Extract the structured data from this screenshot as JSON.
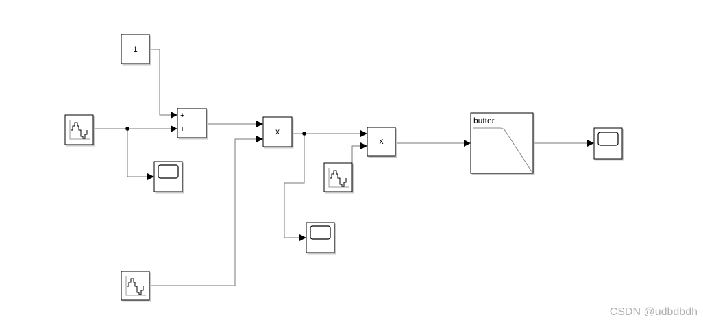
{
  "blocks": {
    "constant": {
      "value": "1"
    },
    "sum": {
      "signs": [
        "+",
        "+"
      ]
    },
    "product1": {
      "label": "x"
    },
    "product2": {
      "label": "x"
    },
    "butter": {
      "label": "butter"
    }
  },
  "watermark": "CSDN @udbdbdh"
}
